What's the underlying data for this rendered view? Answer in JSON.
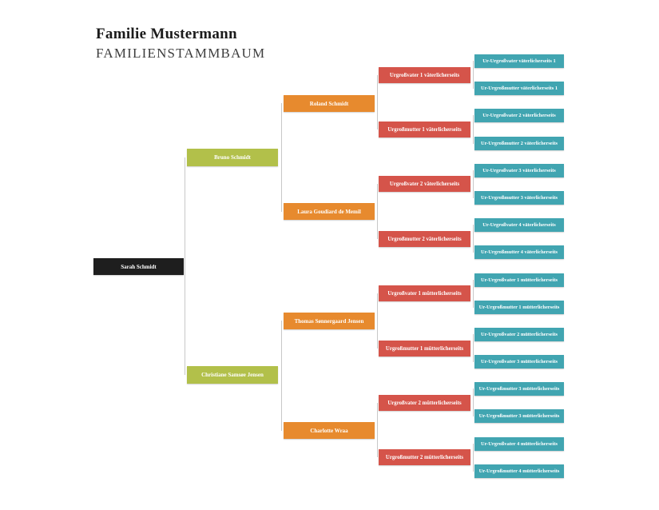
{
  "header": {
    "title": "Familie Mustermann",
    "subtitle": "FAMILIENSTAMMBAUM"
  },
  "colors": {
    "gen1": "#1e1e1e",
    "gen2": "#b2c04a",
    "gen3": "#e78a2e",
    "gen4": "#d5544a",
    "gen5": "#41a5b1",
    "connector": "#c8c8c8"
  },
  "tree": {
    "gen1": [
      {
        "label": "Sarah Schmidt"
      }
    ],
    "gen2": [
      {
        "label": "Bruno Schmidt"
      },
      {
        "label": "Christiane Samsøe Jensen"
      }
    ],
    "gen3": [
      {
        "label": "Roland Schmidt"
      },
      {
        "label": "Laura Goudiard de Memil"
      },
      {
        "label": "Thomas Sønnergaard Jensen"
      },
      {
        "label": "Charlotte Wraa"
      }
    ],
    "gen4": [
      {
        "label": "Urgroßvater 1 väterlicherseits"
      },
      {
        "label": "Urgroßmutter 1 väterlicherseits"
      },
      {
        "label": "Urgroßvater 2 väterlicherseits"
      },
      {
        "label": "Urgroßmutter 2 väterlicherseits"
      },
      {
        "label": "Urgroßvater 1 mütterlicherseits"
      },
      {
        "label": "Urgroßmutter 1 mütterlicherseits"
      },
      {
        "label": "Urgroßvater 2 mütterlicherseits"
      },
      {
        "label": "Urgroßmutter 2 mütterlicherseits"
      }
    ],
    "gen5": [
      {
        "label": "Ur-Urgroßvater väterlicherseits 1"
      },
      {
        "label": "Ur-Urgroßmutter väterlicherseits 1"
      },
      {
        "label": "Ur-Urgroßvater 2 väterlicherseits"
      },
      {
        "label": "Ur-Urgroßmutter 2 väterlicherseits"
      },
      {
        "label": "Ur-Urgroßvater 3 väterlicherseits"
      },
      {
        "label": "Ur-Urgroßmutter 3 väterlicherseits"
      },
      {
        "label": "Ur-Urgroßvater 4 väterlicherseits"
      },
      {
        "label": "Ur-Urgroßmutter 4 väterlicherseits"
      },
      {
        "label": "Ur-Urgroßvater 1 mütterlicherseits"
      },
      {
        "label": "Ur-Urgroßmutter 1 mütterlicherseits"
      },
      {
        "label": "Ur-Urgroßvater 2 mütterlicherseits"
      },
      {
        "label": "Ur-Urgroßvater 3 mütterlicherseits"
      },
      {
        "label": "Ur-Urgroßmutter 3 mütterlicherseits"
      },
      {
        "label": "Ur-Urgroßmutter 3 mütterlicherseits"
      },
      {
        "label": "Ur-Urgroßvater 4 mütterlicherseits"
      },
      {
        "label": "Ur-Urgroßmutter 4 mütterlicherseits"
      }
    ]
  }
}
